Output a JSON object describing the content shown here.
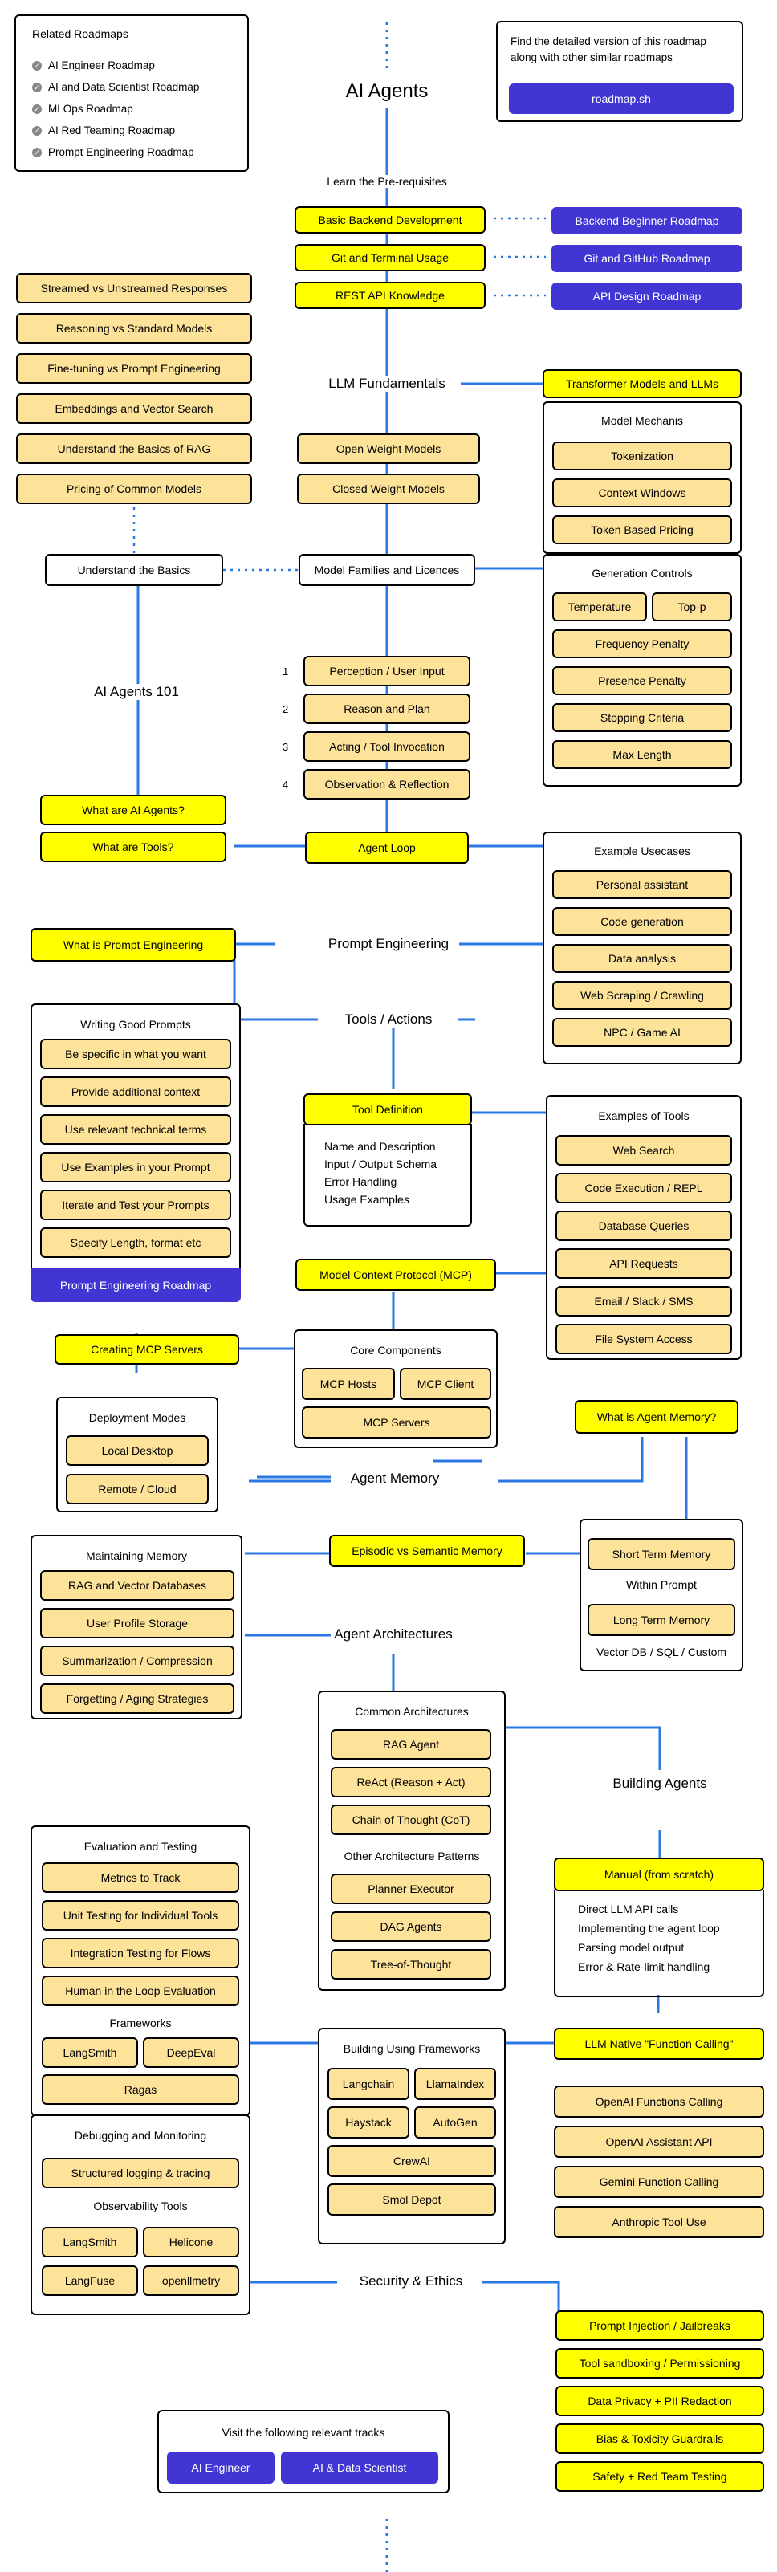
{
  "title": "AI Agents",
  "related": {
    "heading": "Related Roadmaps",
    "items": [
      "AI Engineer Roadmap",
      "AI and Data Scientist Roadmap",
      "MLOps Roadmap",
      "AI Red Teaming Roadmap",
      "Prompt Engineering Roadmap"
    ]
  },
  "promo": {
    "text": "Find the detailed version of this roadmap along with other similar roadmaps",
    "button": "roadmap.sh"
  },
  "prereq": {
    "label": "Learn the Pre-requisites",
    "items": [
      "Basic Backend Development",
      "Git and Terminal Usage",
      "REST API Knowledge"
    ],
    "links": [
      "Backend Beginner Roadmap",
      "Git and GitHub Roadmap",
      "API Design Roadmap"
    ]
  },
  "llm": {
    "label": "LLM Fundamentals",
    "transformer": "Transformer Models and LLMs",
    "basics": [
      "Streamed vs Unstreamed Responses",
      "Reasoning vs Standard Models",
      "Fine-tuning vs Prompt Engineering",
      "Embeddings and Vector Search",
      "Understand the Basics of RAG",
      "Pricing of Common Models"
    ],
    "understand": "Understand the Basics",
    "families": "Model Families and Licences",
    "weights": [
      "Open Weight Models",
      "Closed Weight Models"
    ],
    "mechanis_title": "Model Mechanis",
    "mechanis": [
      "Tokenization",
      "Context Windows",
      "Token Based Pricing"
    ],
    "gen_title": "Generation Controls",
    "gen_pair": [
      "Temperature",
      "Top-p"
    ],
    "gen": [
      "Frequency Penalty",
      "Presence Penalty",
      "Stopping Criteria",
      "Max Length"
    ]
  },
  "agents101": {
    "label": "AI Agents 101",
    "numbers": [
      "1",
      "2",
      "3",
      "4"
    ],
    "steps": [
      "Perception / User Input",
      "Reason and Plan",
      "Acting / Tool Invocation",
      "Observation & Reflection"
    ],
    "what_agents": "What are AI Agents?",
    "what_tools": "What are Tools?",
    "loop": "Agent Loop",
    "usecases_title": "Example Usecases",
    "usecases": [
      "Personal assistant",
      "Code generation",
      "Data analysis",
      "Web Scraping / Crawling",
      "NPC / Game AI"
    ]
  },
  "prompt": {
    "label": "Prompt Engineering",
    "what": "What is Prompt Engineering",
    "good_title": "Writing Good Prompts",
    "good": [
      "Be specific in what you want",
      "Provide additional context",
      "Use relevant technical terms",
      "Use Examples in your Prompt",
      "Iterate and Test your Prompts",
      "Specify Length, format etc"
    ],
    "roadmap": "Prompt Engineering Roadmap"
  },
  "tools": {
    "label": "Tools / Actions",
    "definition": "Tool Definition",
    "def_lines": [
      "Name and Description",
      "Input / Output Schema",
      "Error Handling",
      "Usage Examples"
    ],
    "examples_title": "Examples of Tools",
    "examples": [
      "Web Search",
      "Code Execution / REPL",
      "Database Queries",
      "API Requests",
      "Email / Slack / SMS",
      "File System Access"
    ]
  },
  "mcp": {
    "protocol": "Model Context Protocol (MCP)",
    "creating": "Creating MCP Servers",
    "core_title": "Core Components",
    "core_pair": [
      "MCP Hosts",
      "MCP Client"
    ],
    "servers": "MCP Servers",
    "deploy_title": "Deployment Modes",
    "deploy": [
      "Local Desktop",
      "Remote / Cloud"
    ]
  },
  "memory": {
    "label": "Agent Memory",
    "what": "What is Agent Memory?",
    "maintain_title": "Maintaining Memory",
    "maintain": [
      "RAG and Vector Databases",
      "User Profile Storage",
      "Summarization / Compression",
      "Forgetting / Aging Strategies"
    ],
    "episodic": "Episodic vs Semantic Memory",
    "short": "Short Term Memory",
    "within": "Within Prompt",
    "long": "Long Term Memory",
    "vector": "Vector DB / SQL / Custom"
  },
  "arch": {
    "label": "Agent Architectures",
    "common_title": "Common Architectures",
    "common": [
      "RAG Agent",
      "ReAct (Reason + Act)",
      "Chain of Thought (CoT)"
    ],
    "other_title": "Other Architecture Patterns",
    "other": [
      "Planner Executor",
      "DAG Agents",
      "Tree-of-Thought"
    ]
  },
  "building": {
    "label": "Building Agents",
    "manual": "Manual (from scratch)",
    "manual_lines": [
      "Direct LLM API calls",
      "Implementing the agent loop",
      "Parsing model output",
      "Error & Rate-limit handling"
    ],
    "native": "LLM Native \"Function Calling\"",
    "native_items": [
      "OpenAI Functions Calling",
      "OpenAI Assistant API",
      "Gemini Function Calling",
      "Anthropic Tool Use"
    ],
    "frameworks_title": "Building Using Frameworks",
    "fw_pairs": [
      [
        "Langchain",
        "LlamaIndex"
      ],
      [
        "Haystack",
        "AutoGen"
      ]
    ],
    "fw_single": [
      "CrewAI",
      "Smol Depot"
    ]
  },
  "eval": {
    "title": "Evaluation and Testing",
    "items": [
      "Metrics to Track",
      "Unit Testing for Individual Tools",
      "Integration Testing for Flows",
      "Human in the Loop Evaluation"
    ],
    "frameworks_title": "Frameworks",
    "fw_pair": [
      "LangSmith",
      "DeepEval"
    ],
    "ragas": "Ragas",
    "debug_title": "Debugging and Monitoring",
    "structured": "Structured logging & tracing",
    "obs_title": "Observability Tools",
    "obs_pairs": [
      [
        "LangSmith",
        "Helicone"
      ],
      [
        "LangFuse",
        "openllmetry"
      ]
    ]
  },
  "security": {
    "label": "Security & Ethics",
    "items": [
      "Prompt Injection / Jailbreaks",
      "Tool sandboxing / Permissioning",
      "Data Privacy + PII Redaction",
      "Bias & Toxicity Guardrails",
      "Safety + Red Team Testing"
    ]
  },
  "visit": {
    "text": "Visit the following relevant tracks",
    "buttons": [
      "AI Engineer",
      "AI & Data Scientist"
    ]
  },
  "colors": {
    "yellow": "#ffff00",
    "topic": "#fde29a",
    "purple": "#4136d4",
    "wire": "#2b78e4"
  }
}
